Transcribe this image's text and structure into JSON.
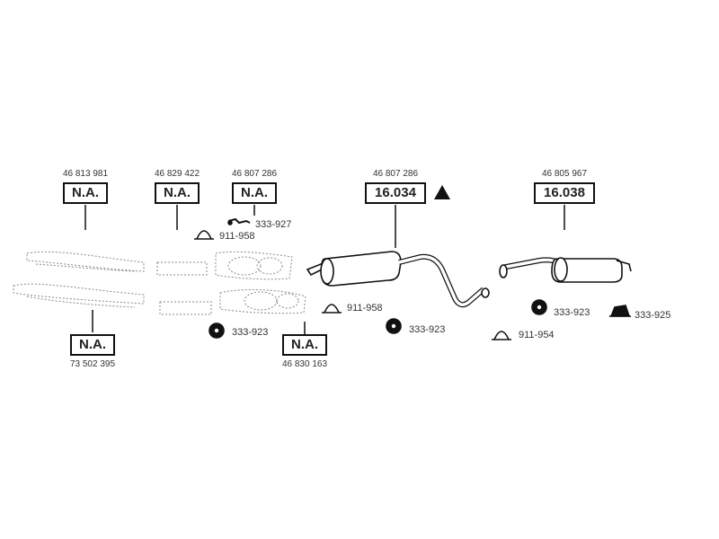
{
  "boxes": [
    {
      "id": "b1",
      "label": "N.A.",
      "ref": "46 813 981"
    },
    {
      "id": "b2",
      "label": "N.A.",
      "ref": "46 829 422"
    },
    {
      "id": "b3",
      "label": "N.A.",
      "ref": "46 807 286"
    },
    {
      "id": "b4",
      "label": "16.034",
      "ref": "46 807 286"
    },
    {
      "id": "b5",
      "label": "16.038",
      "ref": "46 805 967"
    },
    {
      "id": "b6",
      "label": "N.A.",
      "ref": "73 502 395"
    },
    {
      "id": "b7",
      "label": "N.A.",
      "ref": "46 830 163"
    }
  ],
  "parts": {
    "p1": "333-927",
    "p2": "911-958",
    "p3": "333-923",
    "p4": "911-958",
    "p5": "333-923",
    "p6": "911-954",
    "p7": "333-923",
    "p8": "333-925"
  }
}
